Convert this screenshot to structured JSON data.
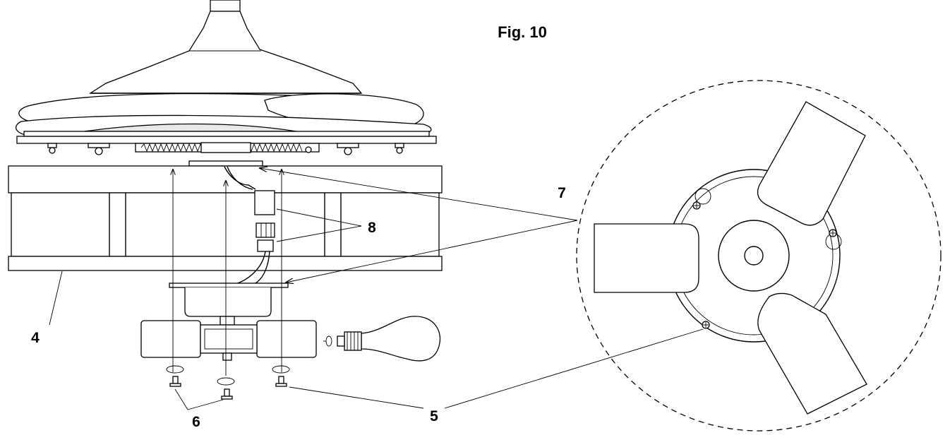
{
  "figure": {
    "title": "Fig. 10"
  },
  "callouts": {
    "c4": "4",
    "c5": "5",
    "c6": "6",
    "c7": "7",
    "c8": "8"
  },
  "icons": {
    "screw": "screw-icon",
    "washer": "washer-icon",
    "bulb": "light-bulb-icon",
    "arrow": "arrow-up-icon"
  }
}
